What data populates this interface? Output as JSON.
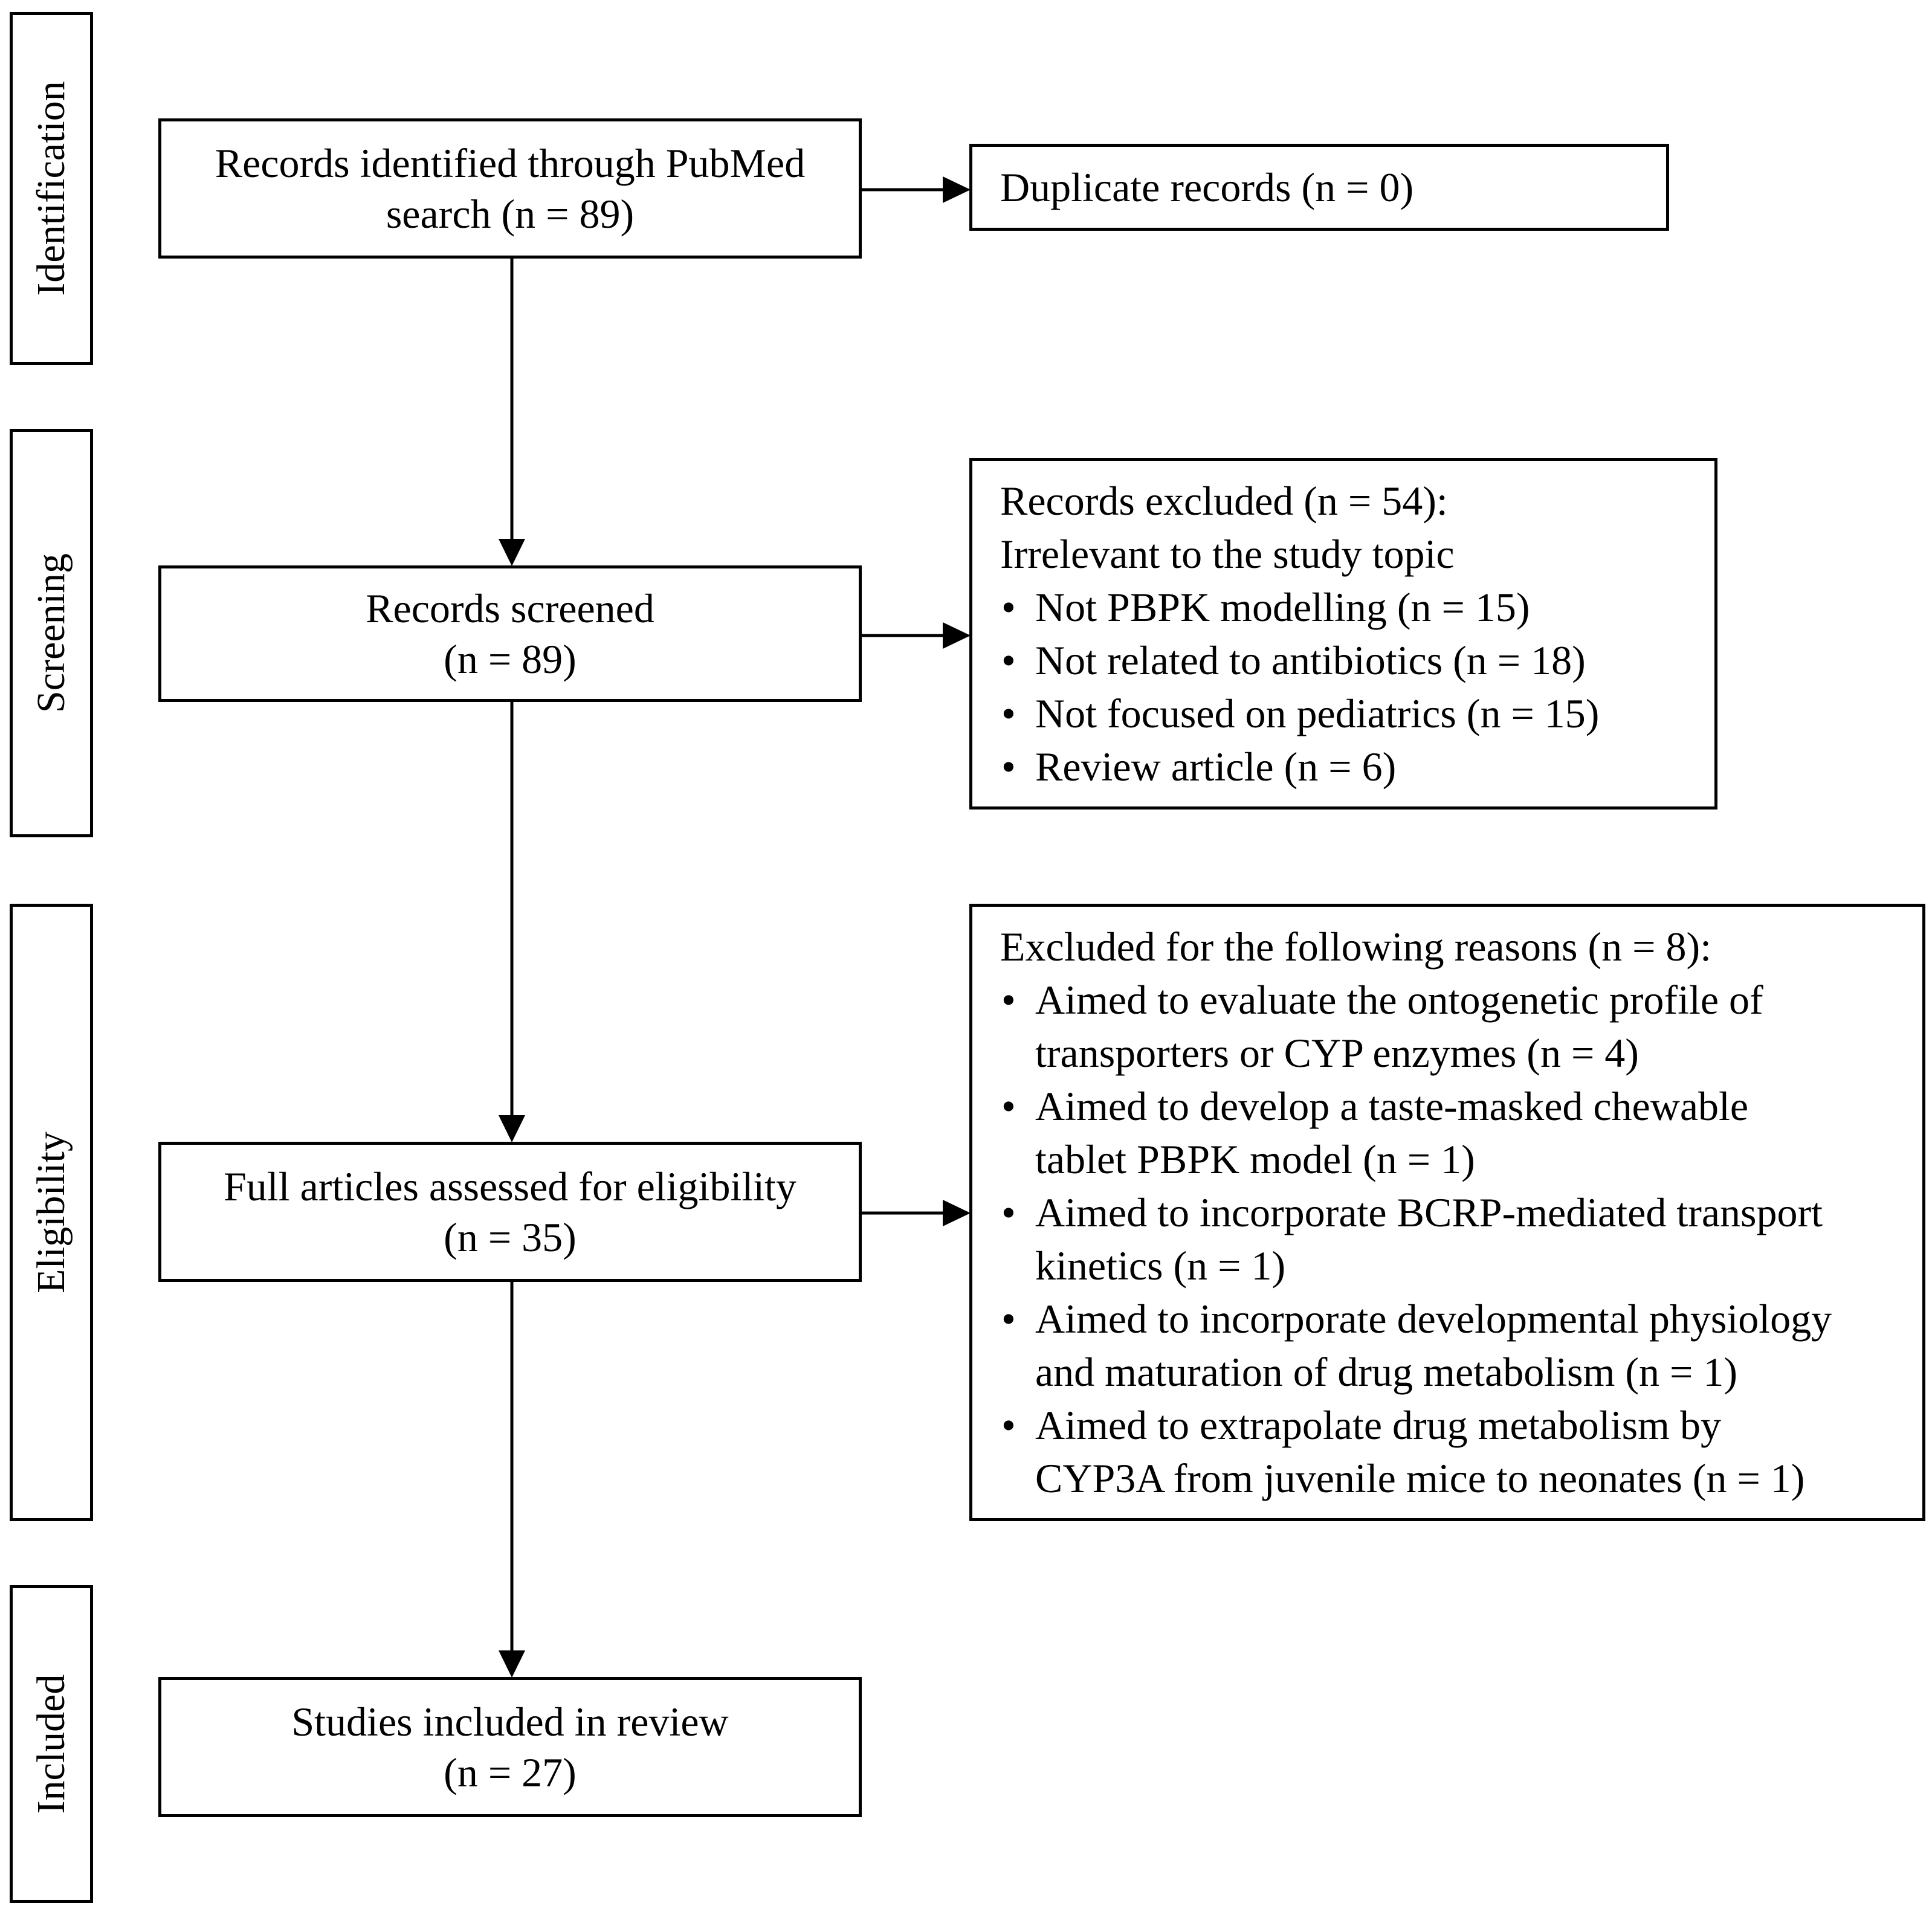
{
  "stages": {
    "identification": "Identification",
    "screening": "Screening",
    "eligibility": "Eligibility",
    "included": "Included"
  },
  "main_flow": {
    "identified": {
      "line1": "Records identified through PubMed",
      "line2": "search (n = 89)"
    },
    "screened": {
      "line1": "Records screened",
      "line2": "(n = 89)"
    },
    "assessed": {
      "line1": "Full articles assessed for eligibility",
      "line2": "(n = 35)"
    },
    "included": {
      "line1": "Studies included in review",
      "line2": "(n = 27)"
    }
  },
  "duplicates": {
    "text": "Duplicate records (n = 0)"
  },
  "records_excluded": {
    "heading": "Records excluded (n = 54):",
    "subheading": "Irrelevant to the study topic",
    "items": [
      "Not PBPK modelling  (n = 15)",
      "Not related to antibiotics  (n = 18)",
      "Not focused on pediatrics  (n = 15)",
      "Review article (n = 6)"
    ]
  },
  "eligibility_excluded": {
    "heading": "Excluded for the following reasons (n = 8):",
    "items": [
      {
        "line1": "Aimed to evaluate the ontogenetic profile of",
        "line2": "transporters or CYP enzymes (n = 4)"
      },
      {
        "line1": "Aimed to develop a taste-masked chewable",
        "line2": "tablet PBPK model (n = 1)"
      },
      {
        "line1": "Aimed to incorporate BCRP-mediated transport",
        "line2": "kinetics (n = 1)"
      },
      {
        "line1": "Aimed to incorporate developmental physiology",
        "line2": "and maturation of drug metabolism (n = 1)"
      },
      {
        "line1": "Aimed to extrapolate drug metabolism by",
        "line2": "CYP3A from juvenile mice to neonates (n = 1)"
      }
    ]
  }
}
